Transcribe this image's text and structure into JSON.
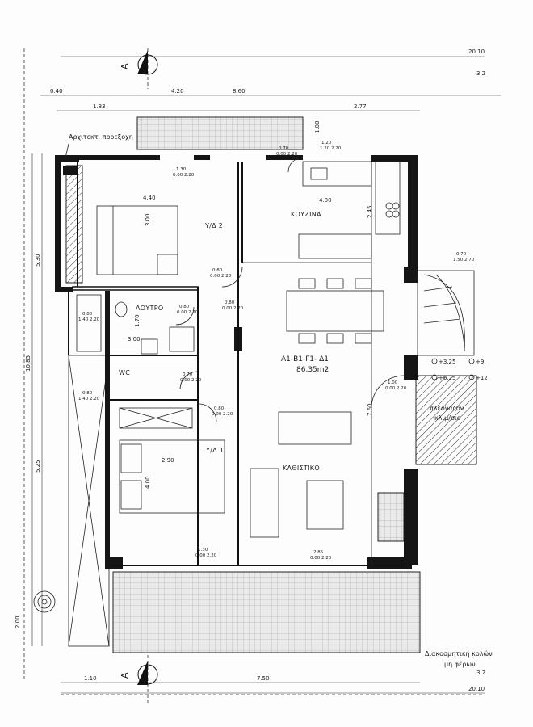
{
  "dimensions": {
    "top_total": "20.10",
    "right_top": "3.2",
    "d040": "0.40",
    "d420": "4.20",
    "d860": "8.60",
    "d183": "1.83",
    "d277": "2.77",
    "d100": "1.00",
    "d440": "4.40",
    "d300a": "3.00",
    "d400a": "4.00",
    "d245": "2.45",
    "d530": "5.30",
    "d1085": "10.85",
    "d525": "5.25",
    "d200": "2.00",
    "d170": "1.70",
    "d300b": "3.00",
    "d290": "2.90",
    "d400b": "4.00",
    "d760": "7.60",
    "d110": "1.10",
    "d750": "7.50",
    "bottom_total": "20.10",
    "right_bottom": "3.2"
  },
  "rooms": {
    "bedroom2": "Υ/Δ 2",
    "kitchen": "ΚΟΥΖΙΝΑ",
    "bath": "ΛΟΥΤΡΟ",
    "wc": "WC",
    "bedroom1": "Υ/Δ 1",
    "living": "ΚΑΘΙΣΤΙΚΟ",
    "apartment": "Α1-Β1-Γ1- Δ1",
    "area": "86.35m2"
  },
  "openings": {
    "w_top_left": "1.30",
    "w_top_left_h": "0.00  2.20",
    "w_top_right": "1.20",
    "w_top_right_h": "1.20 2.20",
    "door_k": "0.70",
    "door_k_h": "0.00  2.20",
    "door_b2": "0.80",
    "door_b2_h": "0.00  2.20",
    "door_bath": "0.80",
    "door_bath_h": "0.00  2.20",
    "door_hall": "0.80",
    "door_hall_h": "0.00  2.20",
    "w_bath": "0.80",
    "w_bath_h": "1.40  2.20",
    "door_wc": "0.70",
    "door_wc_h": "0.00  2.20",
    "w_wc": "0.80",
    "w_wc_h": "1.40  2.20",
    "door_b1": "0.80",
    "door_b1_h": "0.00  2.20",
    "door_stair": "1.00",
    "door_stair_h": "0.00  2.20",
    "w_stair": "0.70",
    "w_stair_h": "1.50  2.70",
    "w_b1": "1.30",
    "w_b1_h": "0.00  2.20",
    "w_living": "2.85",
    "w_living_h": "0.00  2.20"
  },
  "labels": {
    "projection": "Αρχιτεκτ. προεξοχη",
    "protrusion_1": "πλεοναζον",
    "protrusion_2": "κλιμ/σιο",
    "column_1": "Διακοσμητική κολών",
    "column_2": "μή φέρων",
    "section": "A"
  },
  "levels": {
    "l1": "+3.25",
    "l2": "+9.",
    "l3": "+6.25",
    "l4": "+12"
  }
}
